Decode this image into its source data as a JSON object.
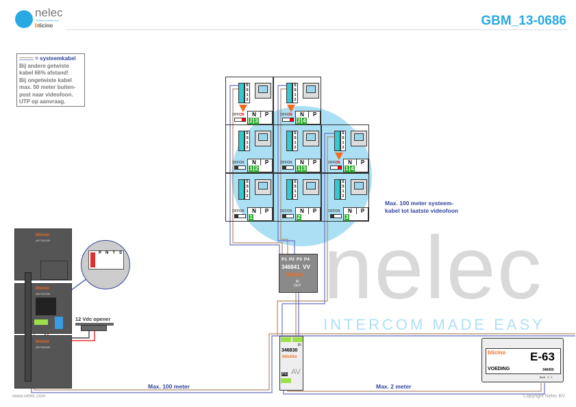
{
  "header": {
    "title": "GBM_13-0686",
    "logo_name": "nelec",
    "logo_tagline": "INTERCOM MADE EASY",
    "logo_brand_b": "b",
    "logo_brand_rest": "ticino"
  },
  "legend": {
    "cable_label": "= systeemkabel",
    "lines": [
      "Bij andere getwiste",
      "kabel 66% afstand!",
      "Bij ongetwiste kabel",
      "max. 50 meter buiten-",
      "post naar videofoon.",
      "UTP op aanvraag."
    ]
  },
  "watermark": {
    "text": "nelec",
    "sub": "INTERCOM MADE EASY"
  },
  "monitor_grid": {
    "terminal_labels": [
      "S",
      "S",
      "1",
      "2"
    ],
    "np_labels": [
      "N",
      "P"
    ],
    "switch_off": "OFF",
    "switch_on": "ON",
    "cells": [
      {
        "row": 0,
        "col": 0,
        "codes": [
          "2",
          "3"
        ],
        "switch": "on"
      },
      {
        "row": 0,
        "col": 1,
        "codes": [
          "2",
          "4"
        ],
        "switch": "on"
      },
      {
        "row": 1,
        "col": 0,
        "codes": [
          "1",
          "2"
        ],
        "switch": "off"
      },
      {
        "row": 1,
        "col": 1,
        "codes": [
          "1",
          "3"
        ],
        "switch": "off"
      },
      {
        "row": 1,
        "col": 2,
        "codes": [
          "1",
          "4"
        ],
        "switch": "on"
      },
      {
        "row": 2,
        "col": 0,
        "codes": [
          "1"
        ],
        "switch": "off"
      },
      {
        "row": 2,
        "col": 1,
        "codes": [
          "2"
        ],
        "switch": "off"
      },
      {
        "row": 2,
        "col": 2,
        "codes": [
          "3"
        ],
        "switch": "off"
      }
    ]
  },
  "notes": {
    "max_system": "Max. 100 meter systeem-",
    "max_system2": "kabel tot laatste videofoon",
    "max_100": "Max. 100 meter",
    "max_2": "Max. 2 meter"
  },
  "distributor": {
    "ports": [
      "P1",
      "P2",
      "P3",
      "P4"
    ],
    "code": "346841",
    "type": "VV",
    "in": "IN",
    "out": "OUT",
    "brand": "bticino"
  },
  "interface": {
    "code": "346830",
    "brand": "bticino",
    "pi": "PI",
    "ps": "PS",
    "av": "AV"
  },
  "power_supply": {
    "brand": "bticino",
    "name": "E-63",
    "label": "VOEDING",
    "code": "346000",
    "terminals": [
      "BUS",
      "2",
      "1"
    ]
  },
  "door_panel": {
    "brand": "bticino",
    "modules": [
      "ART342510",
      "ART342630",
      "ART342630"
    ],
    "zoom_labels": [
      "P",
      "N",
      "T",
      "S"
    ]
  },
  "opener": {
    "label": "12 Vdc opener"
  },
  "footer": {
    "website": "www.nelec.com",
    "copyright": "Copyright Nelec BV"
  }
}
